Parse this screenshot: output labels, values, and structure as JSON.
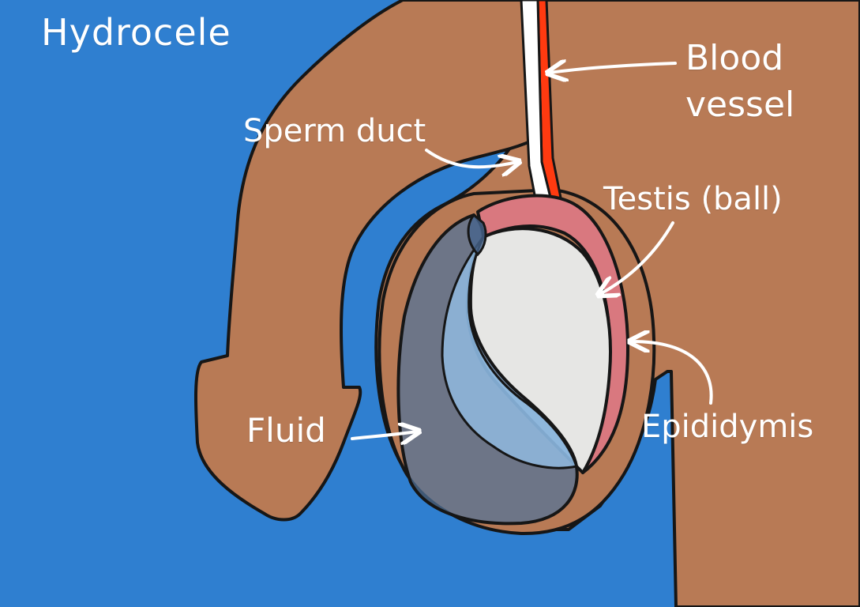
{
  "title": "Hydrocele",
  "labels": {
    "blood_vessel_line1": "Blood",
    "blood_vessel_line2": "vessel",
    "sperm_duct": "Sperm duct",
    "testis": "Testis (ball)",
    "fluid": "Fluid",
    "epididymis": "Epididymis"
  },
  "colors": {
    "background": "#2f7fd0",
    "skin": "#b87a55",
    "outline": "#161616",
    "testis": "#e6e6e4",
    "epididymis": "#d9787f",
    "fluid_dark": "#6f8aa6",
    "fluid_light": "#8fb7de",
    "blood_vessel": "#ff3a10",
    "sperm_duct": "#ffffff",
    "label_text": "#ffffff"
  }
}
